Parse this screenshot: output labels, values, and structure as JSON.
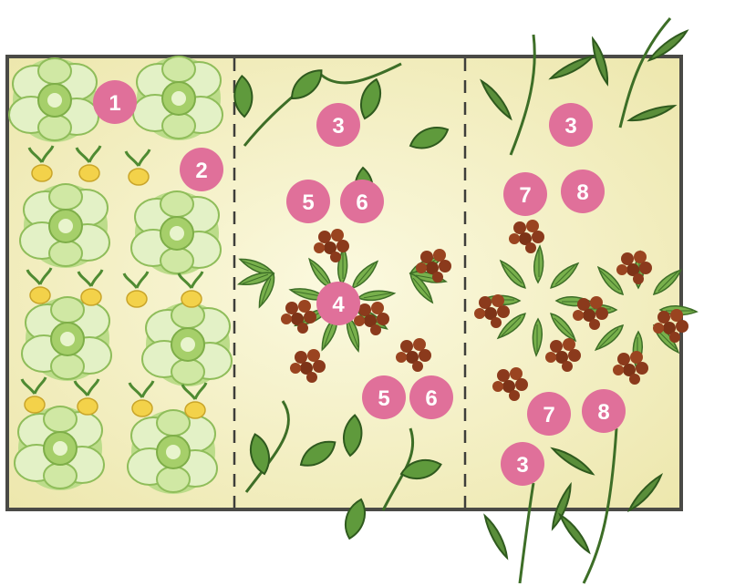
{
  "garden_plan": {
    "colors": {
      "bed_fill": "#f3efbe",
      "bed_border": "#4a4a46",
      "lettuce_light": "#d9ecb0",
      "lettuce_dark": "#9cc766",
      "leaf_green": "#5f9a3c",
      "leaf_dark": "#3d6e27",
      "root_yellow": "#f3d24a",
      "seed_brown": "#8b3a1c",
      "badge_pink": "#e0709a",
      "badge_text": "#ffffff"
    },
    "sections": [
      "left-bed",
      "middle-bed",
      "right-bed"
    ],
    "markers": [
      {
        "label": "1"
      },
      {
        "label": "2"
      },
      {
        "label": "3"
      },
      {
        "label": "5"
      },
      {
        "label": "6"
      },
      {
        "label": "4"
      },
      {
        "label": "5"
      },
      {
        "label": "6"
      },
      {
        "label": "3"
      },
      {
        "label": "7"
      },
      {
        "label": "8"
      },
      {
        "label": "7"
      },
      {
        "label": "8"
      },
      {
        "label": "3"
      }
    ]
  }
}
